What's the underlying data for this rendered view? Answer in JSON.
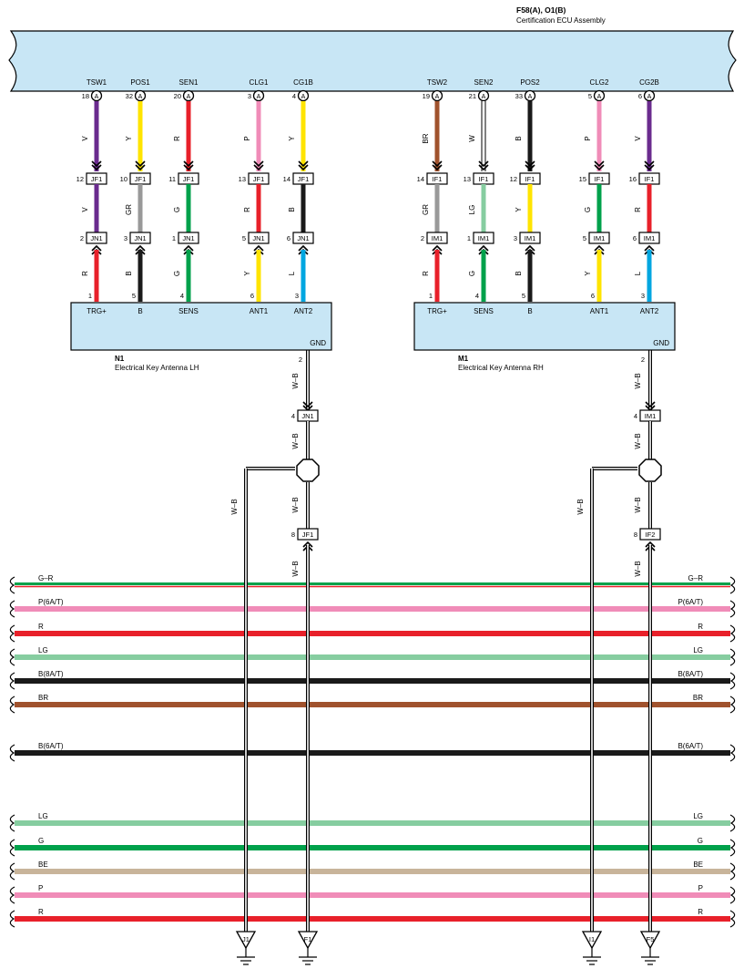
{
  "header": {
    "title": "F58(A), O1(B)",
    "subtitle": "Certification ECU Assembly"
  },
  "colors": {
    "V": "#6a2b8e",
    "Y": "#ffe400",
    "R": "#e8202a",
    "P": "#f08cb8",
    "BR": "#a0522d",
    "W": "#ffffff",
    "B": "#1a1a1a",
    "GR": "#999999",
    "G": "#00a14b",
    "LG": "#86cda0",
    "L": "#00a6e0",
    "BE": "#c8b49a",
    "WB": "#ffffff",
    "ecu": "#c8e6f5"
  },
  "ecu_pins": [
    {
      "name": "TSW1",
      "num": "18",
      "tag": "A"
    },
    {
      "name": "POS1",
      "num": "32",
      "tag": "A"
    },
    {
      "name": "SEN1",
      "num": "20",
      "tag": "A"
    },
    {
      "name": "CLG1",
      "num": "3",
      "tag": "A"
    },
    {
      "name": "CG1B",
      "num": "4",
      "tag": "A"
    },
    {
      "name": "TSW2",
      "num": "19",
      "tag": "A"
    },
    {
      "name": "SEN2",
      "num": "21",
      "tag": "A"
    },
    {
      "name": "POS2",
      "num": "33",
      "tag": "A"
    },
    {
      "name": "CLG2",
      "num": "5",
      "tag": "A"
    },
    {
      "name": "CG2B",
      "num": "6",
      "tag": "A"
    }
  ],
  "upper_wire_colors": [
    "V",
    "Y",
    "R",
    "P",
    "Y",
    "BR",
    "W",
    "B",
    "P",
    "V"
  ],
  "junction1": [
    {
      "conn": "JF1",
      "num": "12"
    },
    {
      "conn": "JF1",
      "num": "10"
    },
    {
      "conn": "JF1",
      "num": "11"
    },
    {
      "conn": "JF1",
      "num": "13"
    },
    {
      "conn": "JF1",
      "num": "14"
    },
    {
      "conn": "IF1",
      "num": "14"
    },
    {
      "conn": "IF1",
      "num": "13"
    },
    {
      "conn": "IF1",
      "num": "12"
    },
    {
      "conn": "IF1",
      "num": "15"
    },
    {
      "conn": "IF1",
      "num": "16"
    }
  ],
  "mid_wire_colors": [
    "V",
    "GR",
    "G",
    "R",
    "B",
    "GR",
    "LG",
    "Y",
    "G",
    "R"
  ],
  "junction2": [
    {
      "conn": "JN1",
      "num": "2"
    },
    {
      "conn": "JN1",
      "num": "3"
    },
    {
      "conn": "JN1",
      "num": "1"
    },
    {
      "conn": "JN1",
      "num": "5"
    },
    {
      "conn": "JN1",
      "num": "6"
    },
    {
      "conn": "IM1",
      "num": "2"
    },
    {
      "conn": "IM1",
      "num": "1"
    },
    {
      "conn": "IM1",
      "num": "3"
    },
    {
      "conn": "IM1",
      "num": "5"
    },
    {
      "conn": "IM1",
      "num": "6"
    }
  ],
  "low_wire_colors": [
    "R",
    "B",
    "G",
    "Y",
    "L",
    "R",
    "G",
    "B",
    "Y",
    "L"
  ],
  "antenna_pins": [
    {
      "num": "1",
      "name": "TRG+"
    },
    {
      "num": "5",
      "name": "B"
    },
    {
      "num": "4",
      "name": "SENS"
    },
    {
      "num": "6",
      "name": "ANT1"
    },
    {
      "num": "3",
      "name": "ANT2"
    },
    {
      "num": "1",
      "name": "TRG+"
    },
    {
      "num": "4",
      "name": "SENS"
    },
    {
      "num": "5",
      "name": "B"
    },
    {
      "num": "6",
      "name": "ANT1"
    },
    {
      "num": "3",
      "name": "ANT2"
    }
  ],
  "antennas": [
    {
      "id": "N1",
      "desc": "Electrical Key Antenna LH",
      "gnd_label": "GND",
      "gnd_num": "2"
    },
    {
      "id": "M1",
      "desc": "Electrical Key Antenna RH",
      "gnd_label": "GND",
      "gnd_num": "2"
    }
  ],
  "ground_path": {
    "wire_label": "W–B",
    "left": {
      "j1_conn": "JN1",
      "j1_num": "4",
      "j2_conn": "JF1",
      "j2_num": "8"
    },
    "right": {
      "j1_conn": "IM1",
      "j1_num": "4",
      "j2_conn": "IF2",
      "j2_num": "8"
    }
  },
  "ground_symbols": [
    "J1",
    "F1",
    "I1",
    "F5"
  ],
  "bus_lines": [
    {
      "label": "G–R",
      "colors": [
        "G",
        "R"
      ]
    },
    {
      "label": "P(6A/T)",
      "colors": [
        "P"
      ]
    },
    {
      "label": "R",
      "colors": [
        "R"
      ]
    },
    {
      "label": "LG",
      "colors": [
        "LG"
      ]
    },
    {
      "label": "B(8A/T)",
      "colors": [
        "B"
      ]
    },
    {
      "label": "BR",
      "colors": [
        "BR"
      ]
    },
    {
      "label": "B(6A/T)",
      "colors": [
        "B"
      ]
    },
    {
      "label": "LG",
      "colors": [
        "LG"
      ]
    },
    {
      "label": "G",
      "colors": [
        "G"
      ]
    },
    {
      "label": "BE",
      "colors": [
        "BE"
      ]
    },
    {
      "label": "P",
      "colors": [
        "P"
      ]
    },
    {
      "label": "R",
      "colors": [
        "R"
      ]
    }
  ]
}
